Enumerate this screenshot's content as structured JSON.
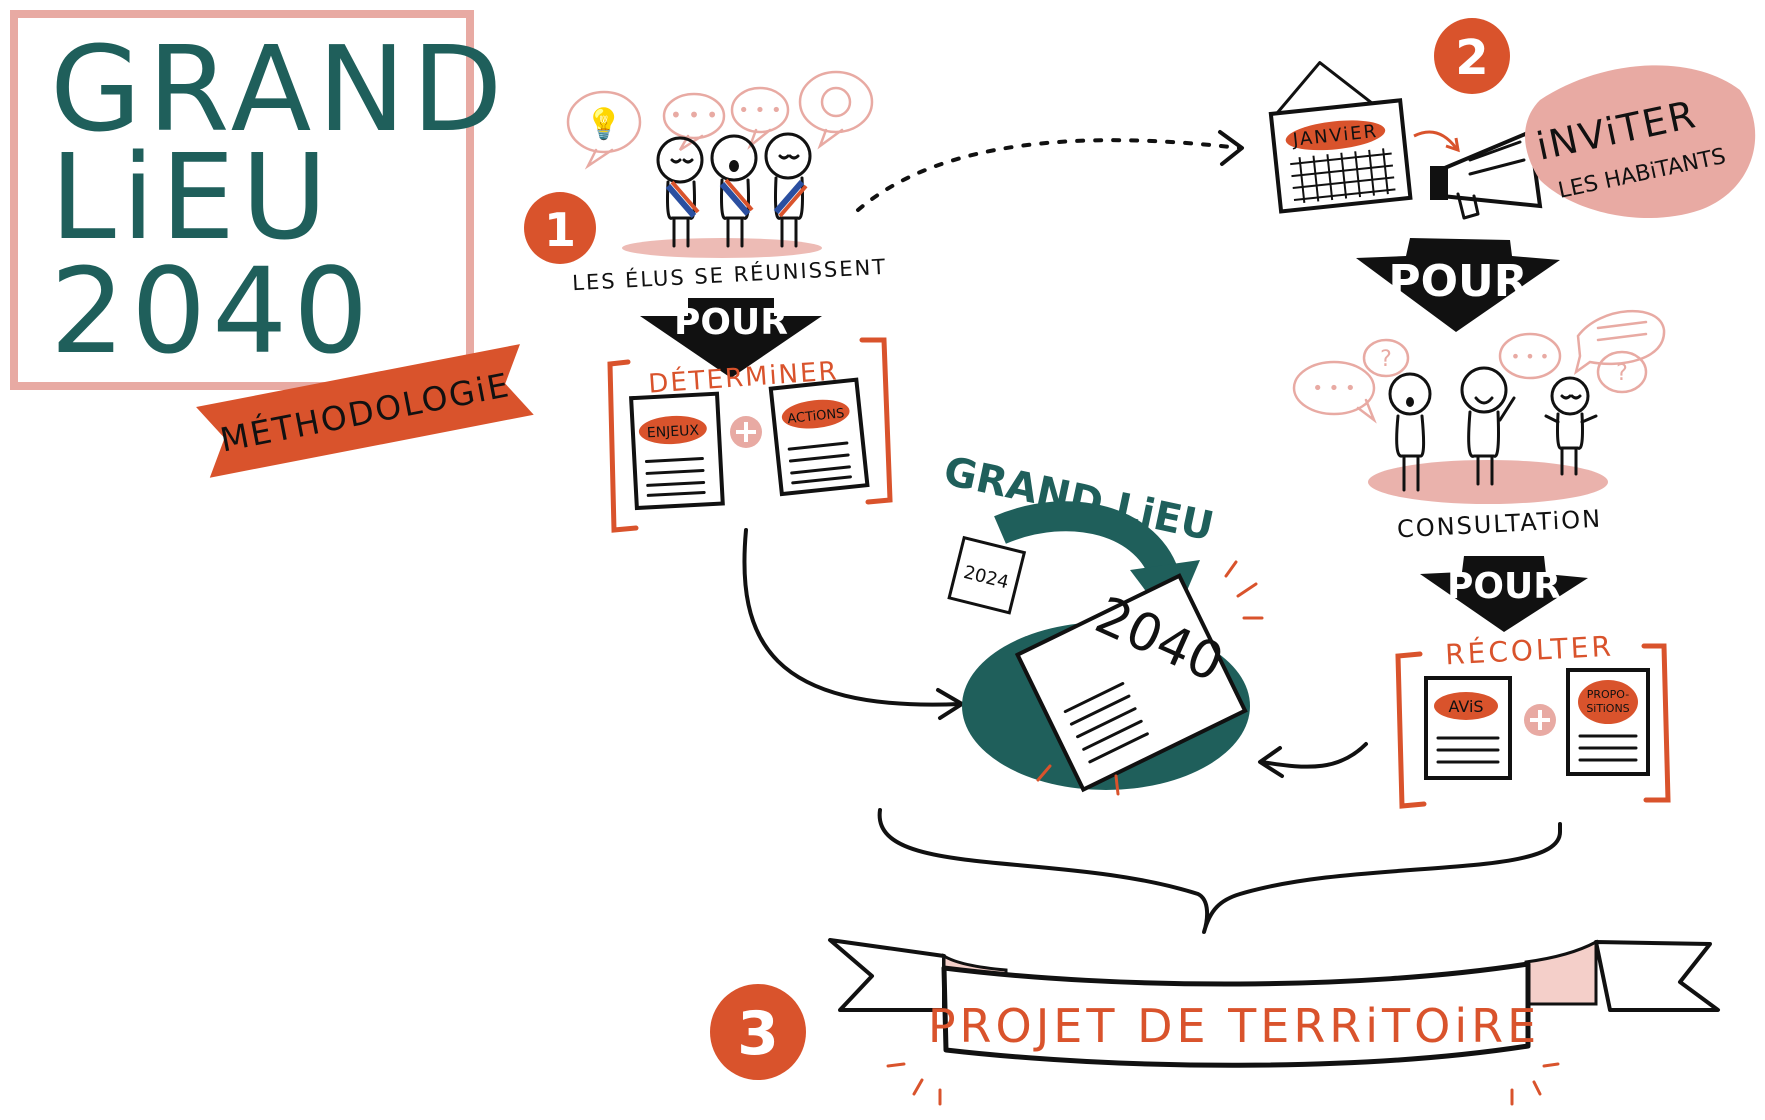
{
  "title": {
    "line1": "GRAND",
    "line2": "LiEU",
    "line3": "2040",
    "banner": "MÉTHODOLOGiE"
  },
  "step1": {
    "number": "1",
    "caption": "LES ÉLUS SE RÉUNISSENT",
    "pour": "POUR",
    "determiner": "DÉTERMiNER",
    "doc_left": "ENJEUX",
    "doc_right": "ACTiONS"
  },
  "step2": {
    "number": "2",
    "calendar": "JANViER",
    "invite_line1": "iNViTER",
    "invite_line2": "LES HABiTANTS",
    "pour_top": "POUR",
    "consultation": "CONSULTATiON",
    "pour_bottom": "POUR",
    "recolter": "RÉCOLTER",
    "doc_left": "AViS",
    "doc_right_line1": "PROPO-",
    "doc_right_line2": "SiTiONS"
  },
  "center": {
    "label": "GRAND LiEU",
    "year_from": "2024",
    "year_to": "2040"
  },
  "step3": {
    "number": "3",
    "ribbon": "PROJET DE TERRiTOiRE"
  },
  "colors": {
    "teal": "#1f5f5b",
    "orange": "#d9532c",
    "pink": "#e8aaa3",
    "black": "#111111"
  }
}
